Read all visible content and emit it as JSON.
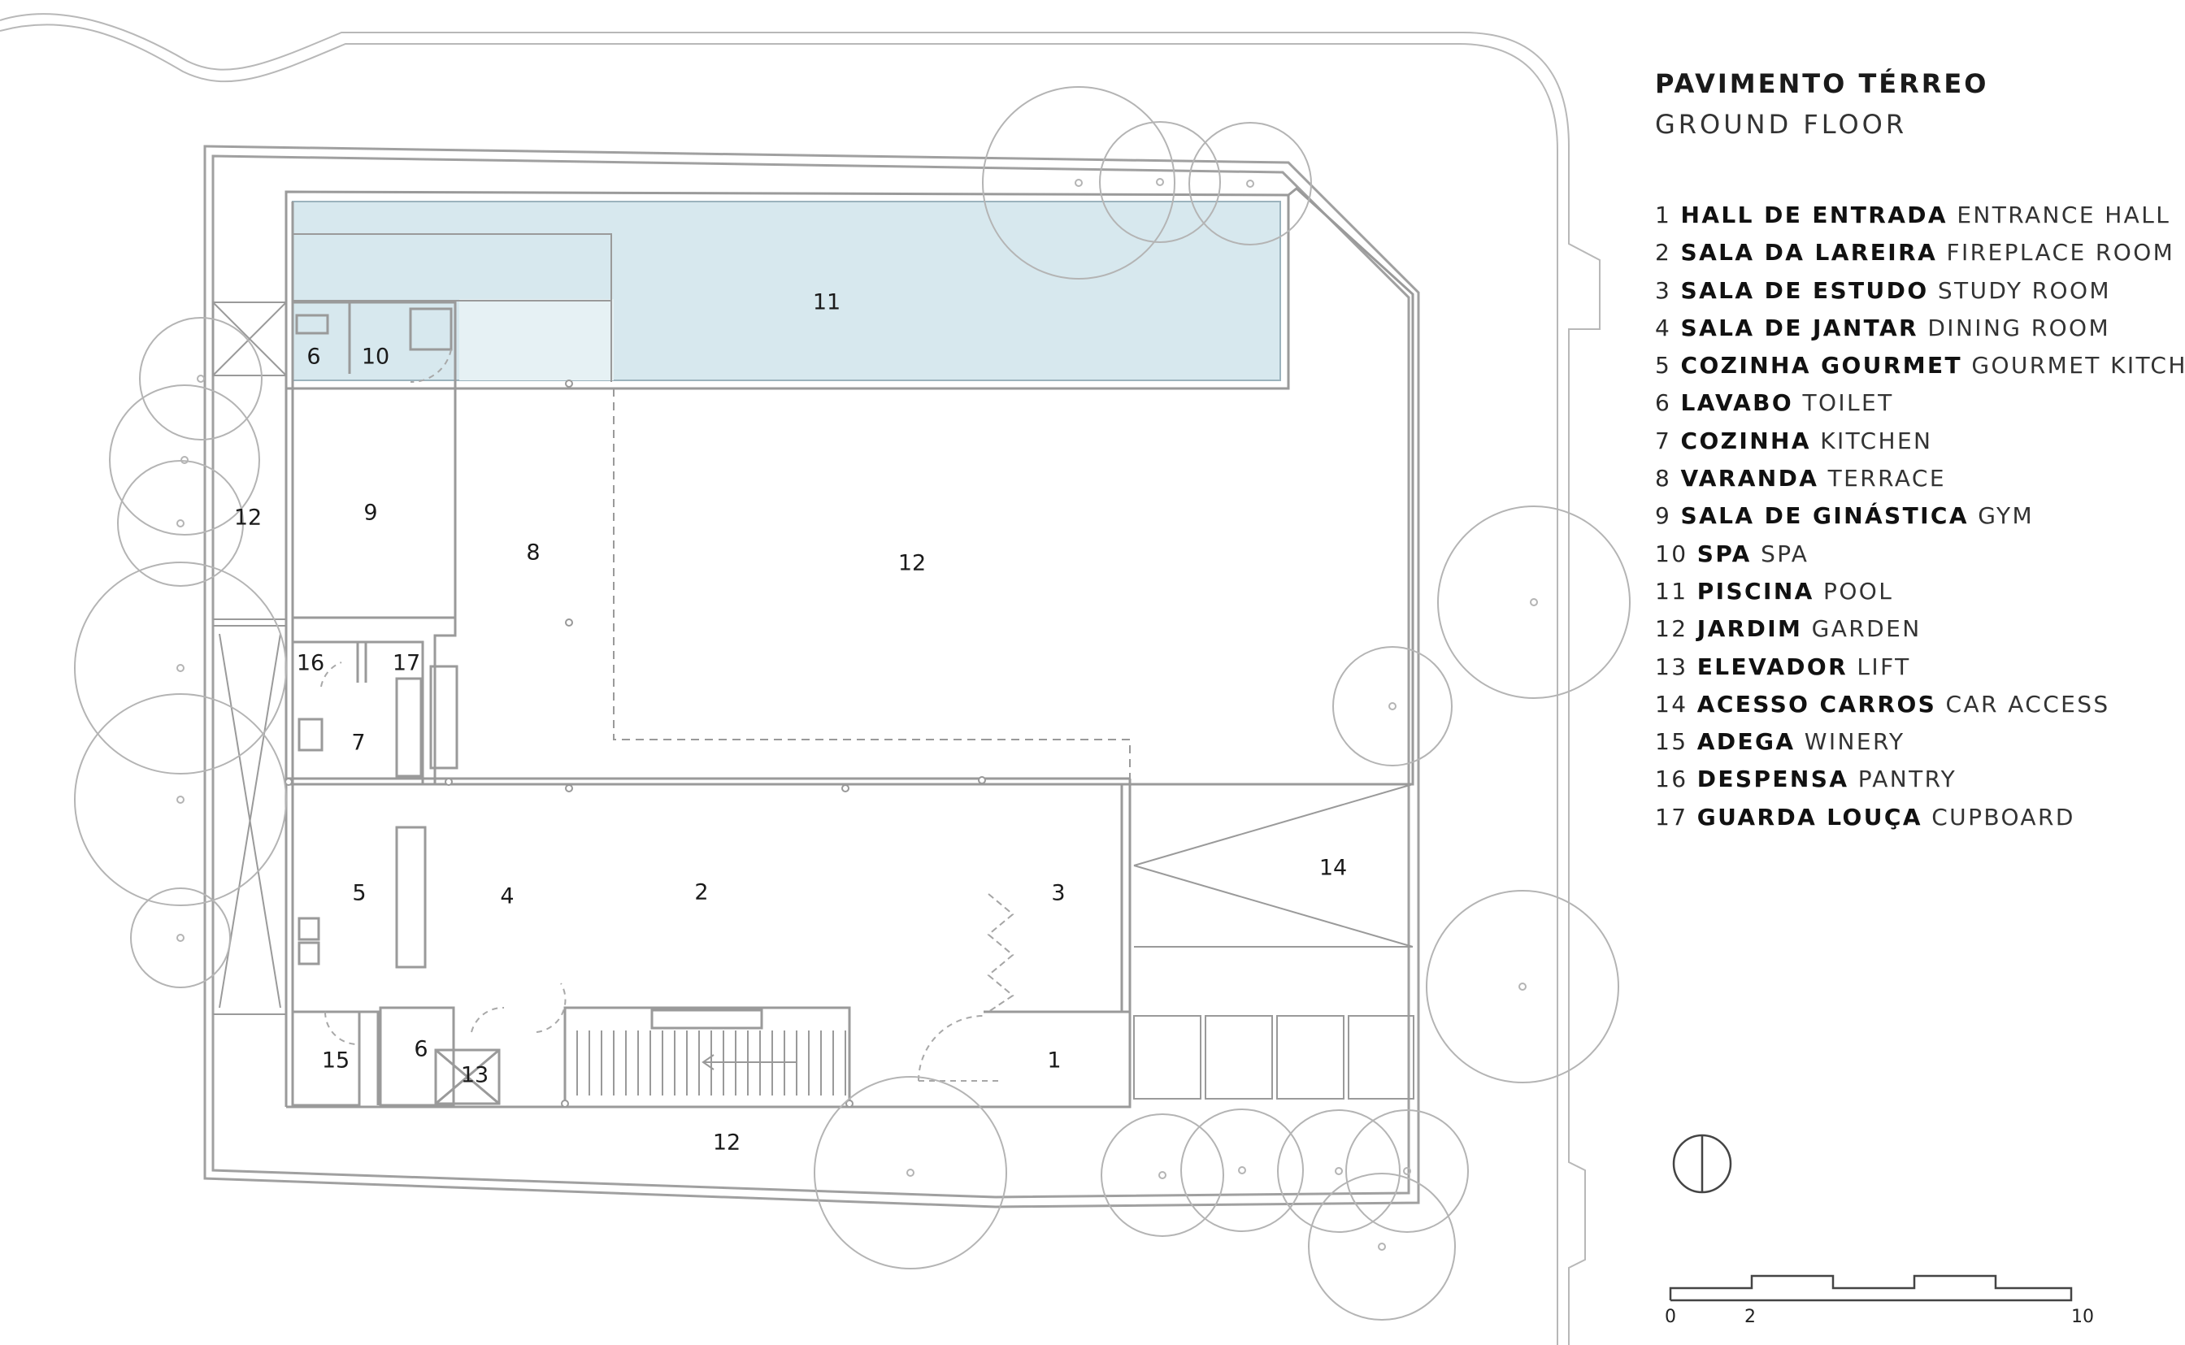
{
  "title": "PAVIMENTO TÉRREO",
  "subtitle": "GROUND FLOOR",
  "colors": {
    "pool": "#d7e8ee",
    "line": "#9a9a9a",
    "tree": "#b4b4b4"
  },
  "legend": [
    {
      "num": "1",
      "pt": "HALL DE ENTRADA",
      "en": "ENTRANCE HALL"
    },
    {
      "num": "2",
      "pt": "SALA DA LAREIRA",
      "en": "FIREPLACE ROOM"
    },
    {
      "num": "3",
      "pt": "SALA DE ESTUDO",
      "en": "STUDY ROOM"
    },
    {
      "num": "4",
      "pt": "SALA DE JANTAR",
      "en": "DINING ROOM"
    },
    {
      "num": "5",
      "pt": "COZINHA GOURMET",
      "en": "GOURMET KITCHEN"
    },
    {
      "num": "6",
      "pt": "LAVABO",
      "en": "TOILET"
    },
    {
      "num": "7",
      "pt": "COZINHA",
      "en": "KITCHEN"
    },
    {
      "num": "8",
      "pt": "VARANDA",
      "en": "TERRACE"
    },
    {
      "num": "9",
      "pt": "SALA DE GINÁSTICA",
      "en": "GYM"
    },
    {
      "num": "10",
      "pt": "SPA",
      "en": "SPA"
    },
    {
      "num": "11",
      "pt": "PISCINA",
      "en": "POOL"
    },
    {
      "num": "12",
      "pt": "JARDIM",
      "en": "GARDEN"
    },
    {
      "num": "13",
      "pt": "ELEVADOR",
      "en": "LIFT"
    },
    {
      "num": "14",
      "pt": "ACESSO CARROS",
      "en": "CAR ACCESS"
    },
    {
      "num": "15",
      "pt": "ADEGA",
      "en": "WINERY"
    },
    {
      "num": "16",
      "pt": "DESPENSA",
      "en": "PANTRY"
    },
    {
      "num": "17",
      "pt": "GUARDA LOUÇA",
      "en": "CUPBOARD"
    }
  ],
  "room_labels": {
    "pool": "11",
    "wc_top": "6",
    "spa": "10",
    "garden_left": "12",
    "gym": "9",
    "terrace": "8",
    "garden_center": "12",
    "pantry": "16",
    "cupboard": "17",
    "kitchen": "7",
    "gourmet": "5",
    "dining": "4",
    "fireplace": "2",
    "study": "3",
    "car_access": "14",
    "winery": "15",
    "wc_bottom": "6",
    "lift": "13",
    "entrance": "1",
    "garden_bottom": "12"
  },
  "scale": {
    "ticks": [
      "0",
      "2",
      "10"
    ]
  }
}
